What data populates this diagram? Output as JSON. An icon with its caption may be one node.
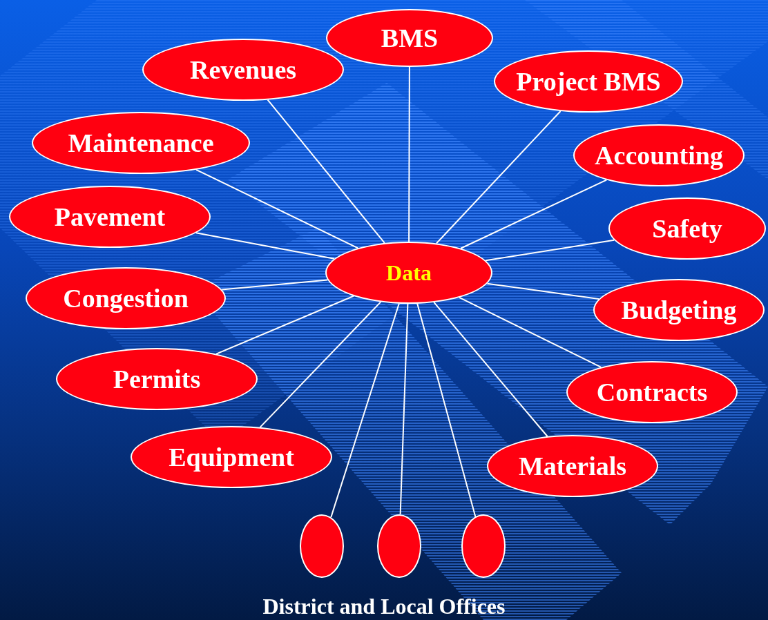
{
  "diagram": {
    "nodes": [
      {
        "text": [
          "BMS"
        ]
      },
      {
        "text": [
          "Revenues"
        ]
      },
      {
        "text": [
          "Project BMS"
        ]
      },
      {
        "text": [
          "Maintenance"
        ]
      },
      {
        "text": [
          "Accounting"
        ]
      },
      {
        "text": [
          "Pavement"
        ]
      },
      {
        "text": [
          "Safety"
        ]
      },
      {
        "text": [
          "Data"
        ]
      },
      {
        "text": [
          "Congestion"
        ]
      },
      {
        "text": [
          "Budgeting"
        ]
      },
      {
        "text": [
          "Permits"
        ]
      },
      {
        "text": [
          "Contracts"
        ]
      },
      {
        "text": [
          "Equipment"
        ]
      },
      {
        "text": [
          "Materials"
        ]
      },
      {
        "text": [],
        "shape": "circle"
      },
      {
        "text": [],
        "shape": "circle"
      },
      {
        "text": [],
        "shape": "circle"
      }
    ],
    "edges": [
      {
        "from": 7,
        "to": 0,
        "arrow": "none"
      },
      {
        "from": 7,
        "to": 1,
        "arrow": "none"
      },
      {
        "from": 7,
        "to": 2,
        "arrow": "none"
      },
      {
        "from": 7,
        "to": 3,
        "arrow": "none"
      },
      {
        "from": 7,
        "to": 4,
        "arrow": "none"
      },
      {
        "from": 7,
        "to": 5,
        "arrow": "none"
      },
      {
        "from": 7,
        "to": 6,
        "arrow": "none"
      },
      {
        "from": 7,
        "to": 8,
        "arrow": "none"
      },
      {
        "from": 7,
        "to": 9,
        "arrow": "none"
      },
      {
        "from": 7,
        "to": 10,
        "arrow": "none"
      },
      {
        "from": 7,
        "to": 11,
        "arrow": "none"
      },
      {
        "from": 7,
        "to": 12,
        "arrow": "none"
      },
      {
        "from": 7,
        "to": 13,
        "arrow": "none"
      },
      {
        "from": 7,
        "to": 14,
        "arrow": "none"
      },
      {
        "from": 7,
        "to": 15,
        "arrow": "none"
      },
      {
        "from": 7,
        "to": 16,
        "arrow": "none"
      }
    ],
    "labels": [
      "District and Local Offices"
    ]
  }
}
